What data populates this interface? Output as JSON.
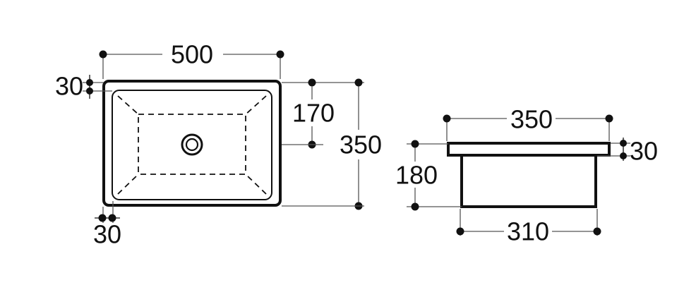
{
  "page": {
    "background": "#ffffff",
    "line_color": "#111111",
    "thin_line_color": "#555555"
  },
  "top_view": {
    "dims": {
      "overall_width": "500",
      "rim_thickness_top": "30",
      "drain_center_from_top": "170",
      "overall_depth": "350",
      "rim_thickness_bottom": "30"
    }
  },
  "side_view": {
    "dims": {
      "top_width": "350",
      "rim_height": "30",
      "total_height": "180",
      "base_width": "310"
    }
  }
}
